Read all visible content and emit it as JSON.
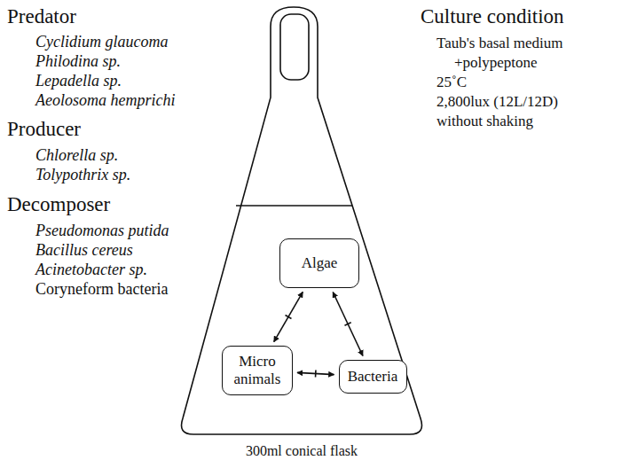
{
  "diagram": {
    "caption": "300ml conical flask",
    "nodes": [
      {
        "text": [
          "Algae"
        ]
      },
      {
        "text": [
          "Micro animals"
        ]
      },
      {
        "text": [
          "Bacteria"
        ]
      }
    ],
    "edges": [
      {
        "from": 0,
        "to": 1,
        "arrow": "both"
      },
      {
        "from": 0,
        "to": 2,
        "arrow": "both"
      },
      {
        "from": 1,
        "to": 2,
        "arrow": "both"
      }
    ],
    "labels": [
      "Predator",
      "Cyclidium glaucoma",
      "Philodina sp.",
      "Lepadella sp.",
      "Aeolosoma hemprichi",
      "Producer",
      "Chlorella sp.",
      "Tolypothrix sp.",
      "Decomposer",
      "Pseudomonas putida",
      "Bacillus cereus",
      "Acinetobacter sp.",
      "Coryneform bacteria",
      "Culture condition",
      "Taub's basal medium",
      "+polypeptone",
      "25˚C",
      "2,800lux (12L/12D)",
      "without shaking"
    ]
  }
}
